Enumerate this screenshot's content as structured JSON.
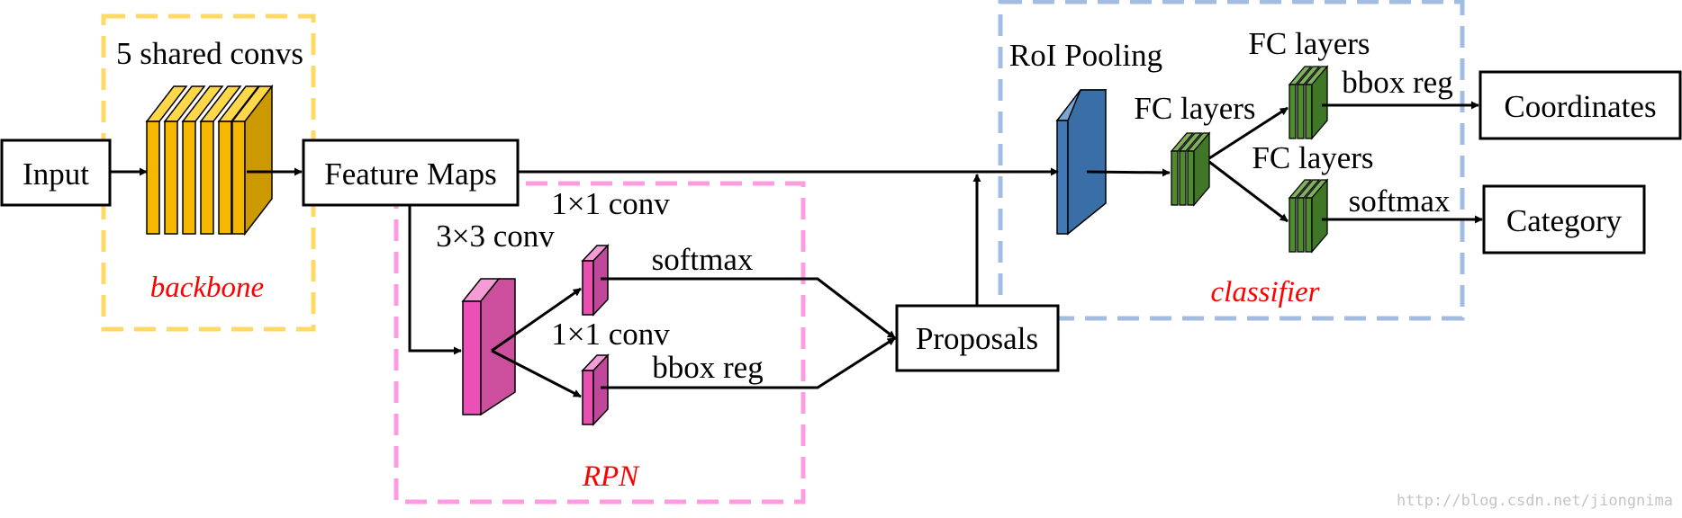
{
  "colors": {
    "backbone_border": "#ffd966",
    "rpn_border": "#ff9be0",
    "classifier_border": "#a3bce2",
    "group_label": "#ff0000",
    "conv_yellow": "#f5b700",
    "conv_pink": "#e850b0",
    "roi_blue": "#3f78b4",
    "fc_green": "#4e8c2f"
  },
  "nodes": {
    "input": "Input",
    "feature_maps": "Feature Maps",
    "proposals": "Proposals",
    "coordinates": "Coordinates",
    "category": "Category"
  },
  "labels": {
    "shared_convs": "5 shared convs",
    "conv3x3": "3×3 conv",
    "conv1x1_top": "1×1 conv",
    "conv1x1_bottom": "1×1 conv",
    "rpn_softmax": "softmax",
    "rpn_bbox_reg": "bbox reg",
    "roi_pooling": "RoI Pooling",
    "fc_layers_main": "FC layers",
    "fc_layers_top": "FC layers",
    "fc_layers_bottom": "FC layers",
    "cls_bbox_reg": "bbox reg",
    "cls_softmax": "softmax"
  },
  "groups": {
    "backbone": "backbone",
    "rpn": "RPN",
    "classifier": "classifier"
  },
  "watermark": "http://blog.csdn.net/jiongnima"
}
